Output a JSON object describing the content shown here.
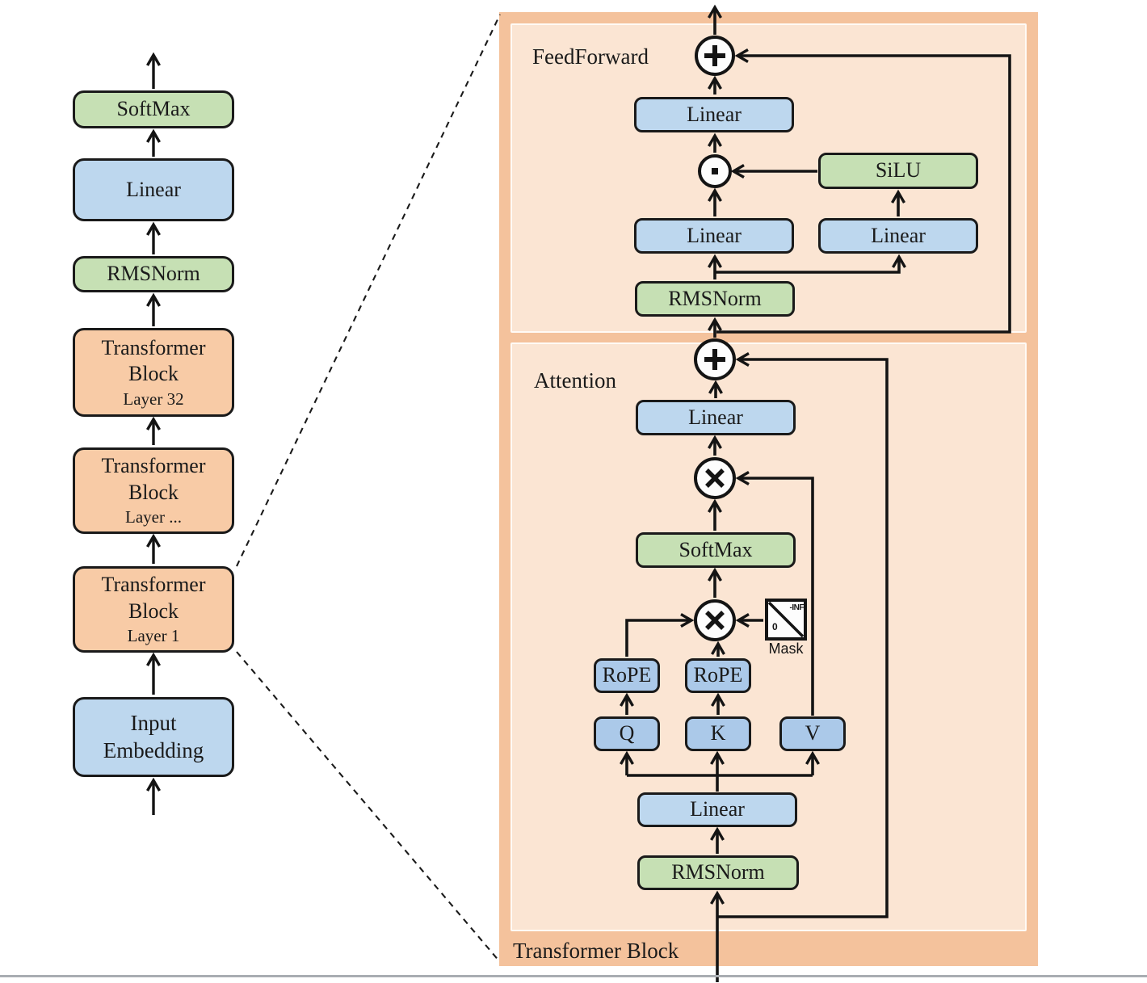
{
  "overview": {
    "softmax": "SoftMax",
    "linear": "Linear",
    "rmsnorm": "RMSNorm",
    "block32": {
      "title": "Transformer Block",
      "layer": "Layer 32"
    },
    "blockDots": {
      "title": "Transformer Block",
      "layer": "Layer ..."
    },
    "block1": {
      "title": "Transformer Block",
      "layer": "Layer 1"
    },
    "inputEmbedding": "Input Embedding"
  },
  "detail": {
    "panelLabel": "Transformer Block",
    "feedforward": {
      "sectionLabel": "FeedForward",
      "linearOut": "Linear",
      "silu": "SiLU",
      "linearGate": "Linear",
      "linearUp": "Linear",
      "rmsnorm": "RMSNorm"
    },
    "attention": {
      "sectionLabel": "Attention",
      "linearOut": "Linear",
      "softmax": "SoftMax",
      "mask": {
        "negInf": "-INF",
        "zero": "0",
        "label": "Mask"
      },
      "ropeQ": "RoPE",
      "ropeK": "RoPE",
      "q": "Q",
      "k": "K",
      "v": "V",
      "linearIn": "Linear",
      "rmsnorm": "RMSNorm"
    }
  },
  "colors": {
    "boxBlue": "#bdd7ee",
    "boxBlueDark": "#abc9e9",
    "boxGreen": "#c6e0b4",
    "boxOrange": "#f8cba6",
    "panelOuter": "#f4c29c",
    "panelInner": "#fbe5d3",
    "line": "#141414"
  }
}
